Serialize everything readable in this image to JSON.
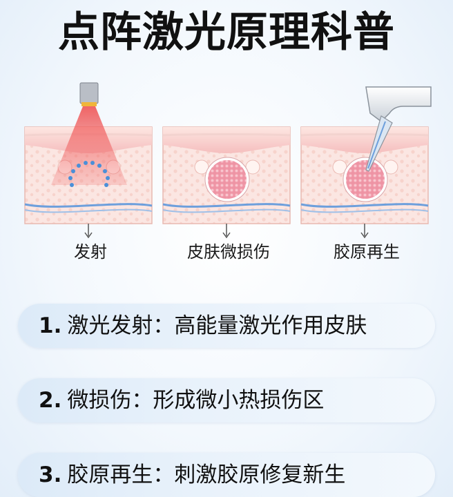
{
  "title": "点阵激光原理科普",
  "panels": [
    {
      "label": "发射",
      "icon": "laser-emitter"
    },
    {
      "label": "皮肤微损伤",
      "icon": "micro-injury-zone"
    },
    {
      "label": "胶原再生",
      "icon": "collagen-probe"
    }
  ],
  "steps": [
    {
      "number": "1.",
      "text": "激光发射：高能量激光作用皮肤"
    },
    {
      "number": "2.",
      "text": "微损伤：形成微小热损伤区"
    },
    {
      "number": "3.",
      "text": "胶原再生：刺激胶原修复新生"
    }
  ],
  "colors": {
    "skin_top": "#f6c6c6",
    "skin_dermis": "#fbe6e2",
    "laser_beam": "#ef5a5a",
    "laser_dots": "#4a8fd8",
    "vessel_line": "#6d9fdc"
  }
}
